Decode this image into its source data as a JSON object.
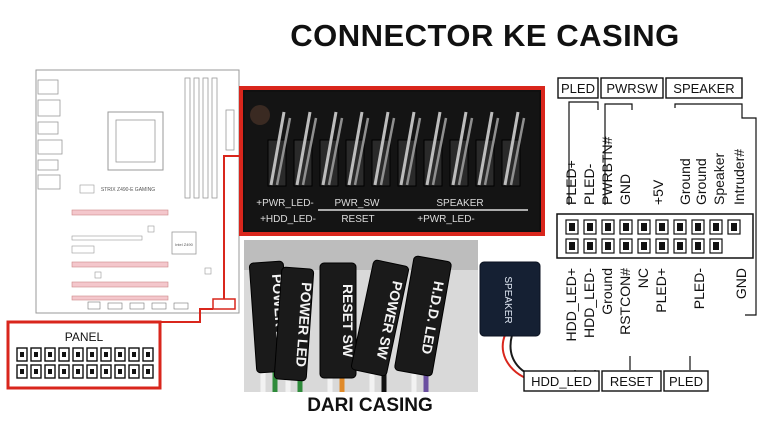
{
  "title": "CONNECTOR KE CASING",
  "subtitle": "DARI CASING",
  "motherboard": {
    "model_label": "STRIX Z490-E GAMING",
    "chip_label": "Intel Z490",
    "panel_label": "PANEL"
  },
  "photo_header": {
    "top_labels": [
      "+PWR_LED-",
      "PWR_SW",
      "SPEAKER"
    ],
    "bottom_labels": [
      "+HDD_LED-",
      "RESET",
      "+PWR_LED-"
    ]
  },
  "connectors": [
    {
      "label": "POWER LED",
      "color": "#1a1a1a"
    },
    {
      "label": "POWER LED",
      "color": "#1a1a1a"
    },
    {
      "label": "RESET SW",
      "color": "#1a1a1a"
    },
    {
      "label": "POWER SW",
      "color": "#1a1a1a"
    },
    {
      "label": "H.D.D. LED",
      "color": "#1a1a1a"
    }
  ],
  "speaker_connector_label": "SPEAKER",
  "pinout": {
    "top_groups": [
      "PLED",
      "PWRSW",
      "SPEAKER"
    ],
    "top_pins": [
      "PLED+",
      "PLED-",
      "PWRBTN#",
      "GND",
      "+5V",
      "Ground",
      "Ground",
      "Speaker",
      "Intruder#"
    ],
    "bottom_pins": [
      "HDD_LED+",
      "HDD_LED-",
      "Ground",
      "RSTCON#",
      "NC",
      "PLED+",
      "PLED-",
      "GND"
    ],
    "bottom_groups": [
      "HDD_LED",
      "RESET",
      "PLED"
    ]
  },
  "colors": {
    "accent_red": "#d9261c",
    "dark": "#111111",
    "board_line": "#9a9a9a",
    "pin_pink": "#e8a0a8"
  }
}
